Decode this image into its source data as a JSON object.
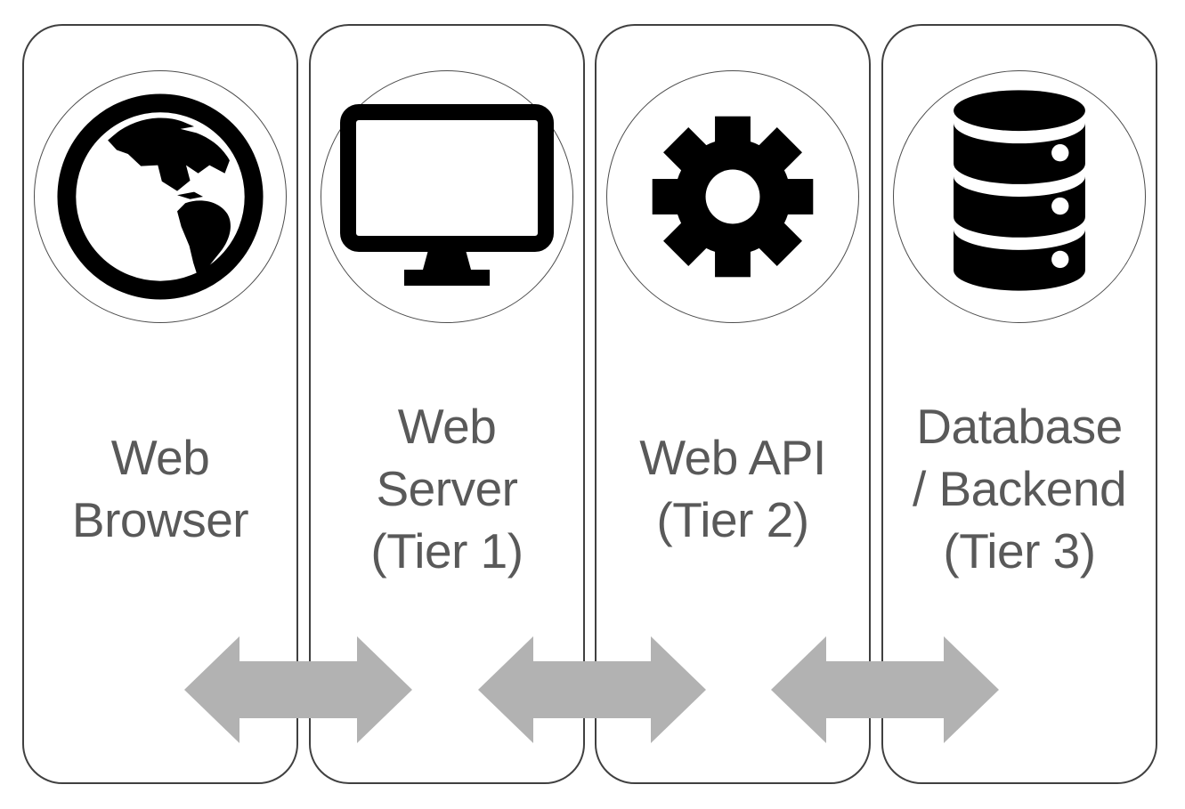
{
  "diagram": {
    "type": "flow",
    "direction": "left-to-right",
    "description": "Three-tier web architecture diagram",
    "nodes": [
      {
        "id": "web-browser",
        "icon": "globe-icon",
        "label": "Web Browser",
        "lines": [
          "Web",
          "Browser"
        ]
      },
      {
        "id": "web-server",
        "icon": "monitor-icon",
        "label": "Web Server (Tier 1)",
        "lines": [
          "Web",
          "Server",
          "(Tier 1)"
        ]
      },
      {
        "id": "web-api",
        "icon": "gear-icon",
        "label": "Web API (Tier 2)",
        "lines": [
          "Web API",
          "(Tier 2)"
        ]
      },
      {
        "id": "database-backend",
        "icon": "database-icon",
        "label": "Database / Backend (Tier 3)",
        "lines": [
          "Database",
          "/ Backend",
          "(Tier 3)"
        ]
      }
    ],
    "connectors": [
      {
        "from": "web-browser",
        "to": "web-server",
        "type": "bidirectional-arrow"
      },
      {
        "from": "web-server",
        "to": "web-api",
        "type": "bidirectional-arrow"
      },
      {
        "from": "web-api",
        "to": "database-backend",
        "type": "bidirectional-arrow"
      }
    ],
    "colors": {
      "background": "#ffffff",
      "panel_border": "#404040",
      "circle_border": "#4d4d4d",
      "icon": "#000000",
      "text": "#595959",
      "arrow": "#b2b2b2"
    }
  }
}
